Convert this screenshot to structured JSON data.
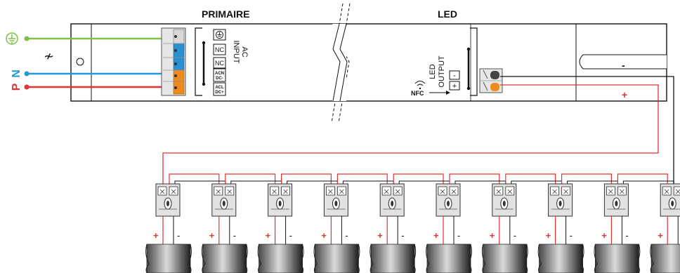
{
  "titles": {
    "primary": "PRIMAIRE",
    "led": "LED"
  },
  "input_side": {
    "earth_icon": "earth-ground-icon",
    "ac_symbol": "≁",
    "n_label": "N",
    "p_label": "P",
    "terminals": [
      "NC",
      "NC",
      "ACN",
      "DC-",
      "ACL",
      "DC+"
    ],
    "ac_input_line1": "AC",
    "ac_input_line2": "INPUT"
  },
  "output_side": {
    "led_output_line1": "LED",
    "led_output_line2": "OUTPUT",
    "minus": "-",
    "plus": "+",
    "nfc_label": "NFC",
    "wire_minus": "-",
    "wire_plus": "+"
  },
  "led_units": {
    "count": 10,
    "plus_mark": "+",
    "minus_mark": "-"
  },
  "colors": {
    "earth": "#7cc142",
    "neutral": "#1e9bd7",
    "live": "#e5312f",
    "n_label": "#1e9bd7",
    "p_label": "#e5312f",
    "output_wire": "#e5312f",
    "connector_blue": "#2b8fd4",
    "connector_orange": "#f08a1c"
  }
}
